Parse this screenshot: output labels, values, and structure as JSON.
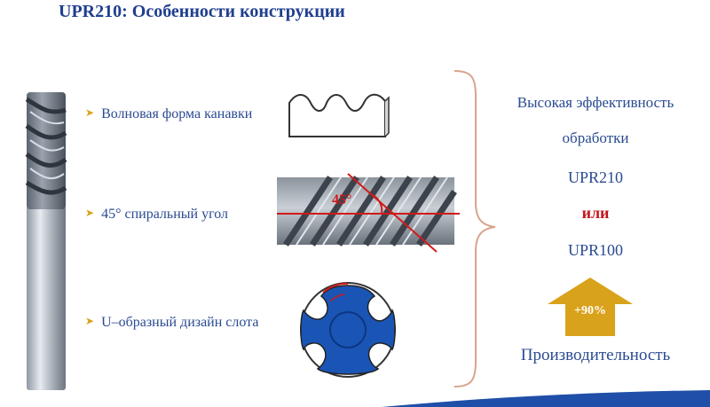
{
  "title": "UPR210: Особенности конструкции",
  "features": [
    {
      "label": "Волновая форма канавки"
    },
    {
      "label": "45° спиральный угол"
    },
    {
      "label": "U–образный дизайн слота"
    }
  ],
  "angle_label": "45°",
  "summary": {
    "line1": "Высокая эффективность",
    "line2": "обработки",
    "product_a": "UPR210",
    "or": "или",
    "product_b": "UPR100",
    "gain": "+90%",
    "result": "Производительность"
  },
  "colors": {
    "title": "#1f3f8f",
    "text": "#2a4a92",
    "accent_red": "#c4141b",
    "arrow_gold": "#d9a21b",
    "section_blue": "#1a55b5"
  }
}
